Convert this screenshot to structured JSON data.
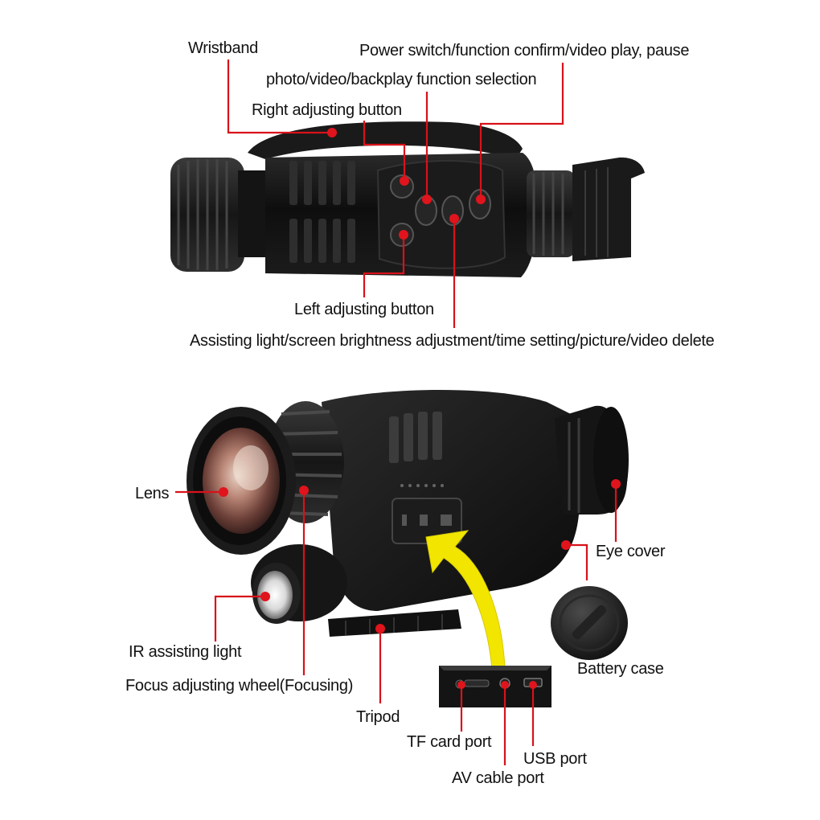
{
  "colors": {
    "leader_line": "#d8121b",
    "marker_dot": "#e0141c",
    "device_body": "#141414",
    "arrow": "#f2e600"
  },
  "top_view": {
    "callouts": {
      "wristband": "Wristband",
      "power_switch": "Power switch/function confirm/video play, pause",
      "function_selection": "photo/video/backplay function selection",
      "right_adjusting": "Right adjusting button",
      "left_adjusting": "Left adjusting button",
      "assisting_light": "Assisting light/screen brightness adjustment/time setting/picture/video delete"
    }
  },
  "bottom_view": {
    "callouts": {
      "lens": "Lens",
      "ir_light": "IR assisting light",
      "focus_wheel": "Focus adjusting wheel(Focusing)",
      "tripod": "Tripod",
      "tf_card": "TF card port",
      "av_cable": "AV cable port",
      "usb_port": "USB port",
      "eye_cover": "Eye cover",
      "battery_case": "Battery case"
    }
  }
}
